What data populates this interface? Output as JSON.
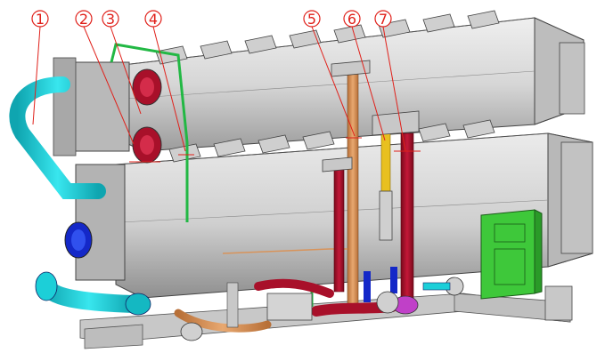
{
  "callouts": [
    {
      "id": 1,
      "label": "1"
    },
    {
      "id": 2,
      "label": "2"
    },
    {
      "id": 3,
      "label": "3"
    },
    {
      "id": 4,
      "label": "4"
    },
    {
      "id": 5,
      "label": "5"
    },
    {
      "id": 6,
      "label": "6"
    },
    {
      "id": 7,
      "label": "7"
    }
  ],
  "colors": {
    "callout": "#e0201a",
    "shell": "#d9d9d9",
    "shell_dark": "#a9a9a9",
    "cyan_pipe": "#1ccfd8",
    "red_pipe": "#a8102a",
    "orange_pipe": "#d8935a",
    "yellow_pipe": "#e8c020",
    "green_pipe": "#22b844",
    "blue_pipe": "#1428c8",
    "control_box": "#3ec83a",
    "pump": "#c040c8"
  }
}
